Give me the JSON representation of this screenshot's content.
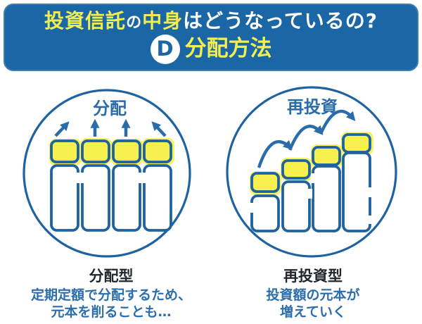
{
  "header": {
    "title_part1": "投資信託",
    "title_part2": "の",
    "title_part3": "中身",
    "title_part4": "はどうなっているの?",
    "badge_letter": "D",
    "subtitle": "分配方法"
  },
  "left_diagram": {
    "label": "分配",
    "caption_title": "分配型",
    "caption_line1": "定期定額で分配するため、",
    "caption_line2": "元本を削ることも…",
    "description": "four equal bars, yellow tops being distributed away (upward arrows)"
  },
  "right_diagram": {
    "label": "再投資",
    "caption_title": "再投資型",
    "caption_line1": "投資額の元本が",
    "caption_line2": "増えていく",
    "description": "four ascending bars, yellow tops hop to the next bar (curved arrows)"
  },
  "colors": {
    "header_bg": "#1b66a4",
    "header_rim": "#3e7db2",
    "accent_yellow_text": "#f2ee52",
    "bar_yellow": "#f7f150",
    "highlight_yellow": "#f9f35e",
    "line_blue": "#1e62a1",
    "label_blue": "#2a6ca9",
    "caption_blue": "#2c6dac",
    "caption_dark": "#23262b"
  }
}
